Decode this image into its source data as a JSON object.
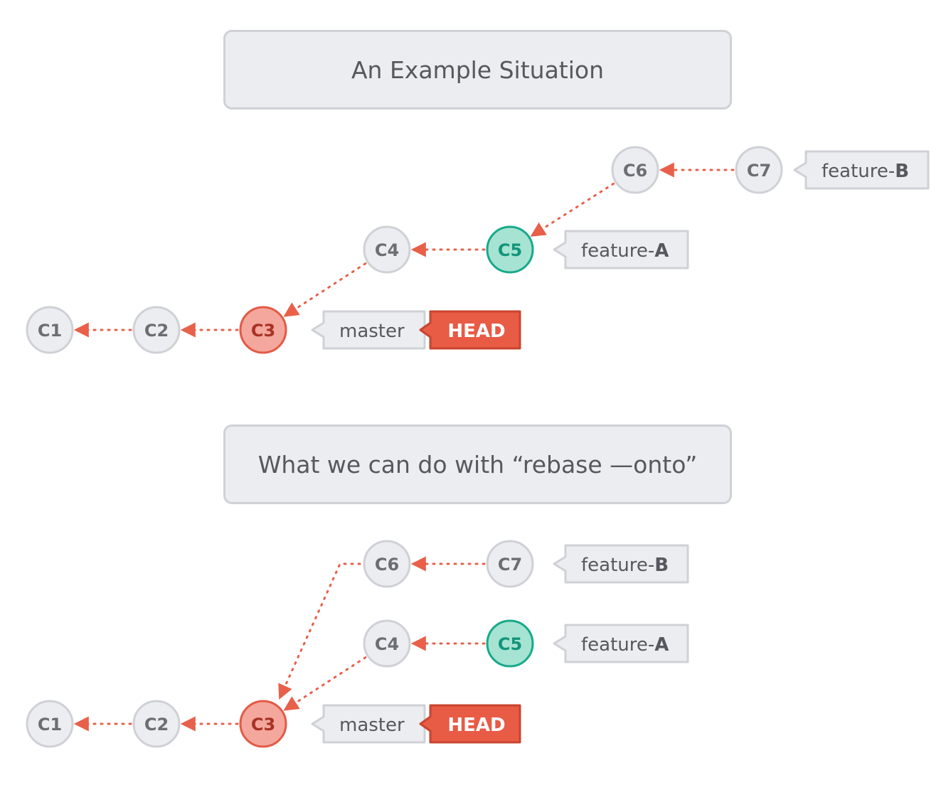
{
  "sections": [
    {
      "title": "An Example Situation",
      "commits": [
        {
          "id": "C1",
          "type": "normal"
        },
        {
          "id": "C2",
          "type": "normal"
        },
        {
          "id": "C3",
          "type": "head"
        },
        {
          "id": "C4",
          "type": "normal"
        },
        {
          "id": "C5",
          "type": "feature"
        },
        {
          "id": "C6",
          "type": "normal"
        },
        {
          "id": "C7",
          "type": "normal"
        }
      ],
      "edges": [
        [
          "C2",
          "C1"
        ],
        [
          "C3",
          "C2"
        ],
        [
          "C4",
          "C3"
        ],
        [
          "C5",
          "C4"
        ],
        [
          "C6",
          "C5"
        ],
        [
          "C7",
          "C6"
        ]
      ],
      "branches": [
        {
          "prefix": "feature-",
          "suffix": "B",
          "commit": "C7"
        },
        {
          "prefix": "feature-",
          "suffix": "A",
          "commit": "C5"
        },
        {
          "prefix": "master",
          "suffix": "",
          "commit": "C3",
          "head": "HEAD"
        }
      ]
    },
    {
      "title": "What we can do with “rebase —onto”",
      "commits": [
        {
          "id": "C1",
          "type": "normal"
        },
        {
          "id": "C2",
          "type": "normal"
        },
        {
          "id": "C3",
          "type": "head"
        },
        {
          "id": "C4",
          "type": "normal"
        },
        {
          "id": "C5",
          "type": "feature"
        },
        {
          "id": "C6",
          "type": "normal"
        },
        {
          "id": "C7",
          "type": "normal"
        }
      ],
      "edges": [
        [
          "C2",
          "C1"
        ],
        [
          "C3",
          "C2"
        ],
        [
          "C4",
          "C3"
        ],
        [
          "C5",
          "C4"
        ],
        [
          "C6",
          "C3"
        ],
        [
          "C7",
          "C6"
        ]
      ],
      "branches": [
        {
          "prefix": "feature-",
          "suffix": "B",
          "commit": "C7"
        },
        {
          "prefix": "feature-",
          "suffix": "A",
          "commit": "C5"
        },
        {
          "prefix": "master",
          "suffix": "",
          "commit": "C3",
          "head": "HEAD"
        }
      ]
    }
  ],
  "colors": {
    "edge": "#e8604a",
    "normal_fill": "#ecedf0",
    "normal_stroke": "#cfd1d6",
    "normal_text": "#6b6e74",
    "head_fill": "#f4a79c",
    "head_stroke": "#e25a46",
    "head_text": "#a83226",
    "feature_fill": "#a6e3d3",
    "feature_stroke": "#17a98a",
    "feature_text": "#13957a",
    "label_fill": "#ecedf0",
    "label_stroke": "#cfd1d6",
    "label_text": "#55585e",
    "headtag_fill": "#e85b45",
    "headtag_stroke": "#c9442f",
    "headtag_text": "#ffffff"
  }
}
